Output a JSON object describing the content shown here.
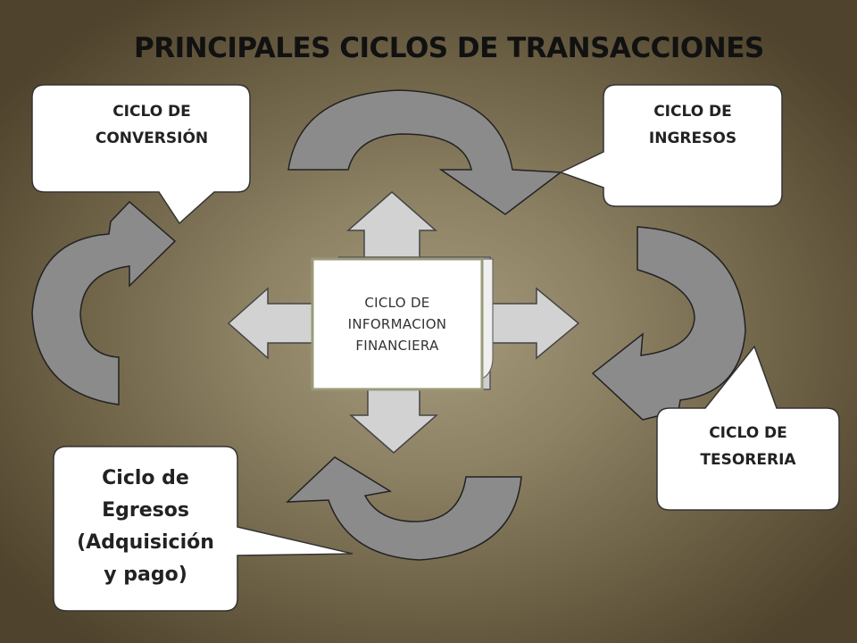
{
  "title": "PRINCIPALES CICLOS DE TRANSACCIONES",
  "center": "CICLO DE\nINFORMACION\nFINANCIERA",
  "callouts": {
    "conversion": "CICLO DE\nCONVERSIÓN",
    "ingresos": "CICLO DE\nINGRESOS",
    "tesoreria": "CICLO DE\nTESORERIA",
    "egresos": "Ciclo de\nEgresos\n(Adquisición\ny pago)"
  },
  "colors": {
    "background": "#8d8164",
    "arrow_fill": "#8b8b8b",
    "cross_arrow_fill": "#d2d2d2",
    "callout_fill": "#ffffff",
    "outline": "#222222"
  }
}
